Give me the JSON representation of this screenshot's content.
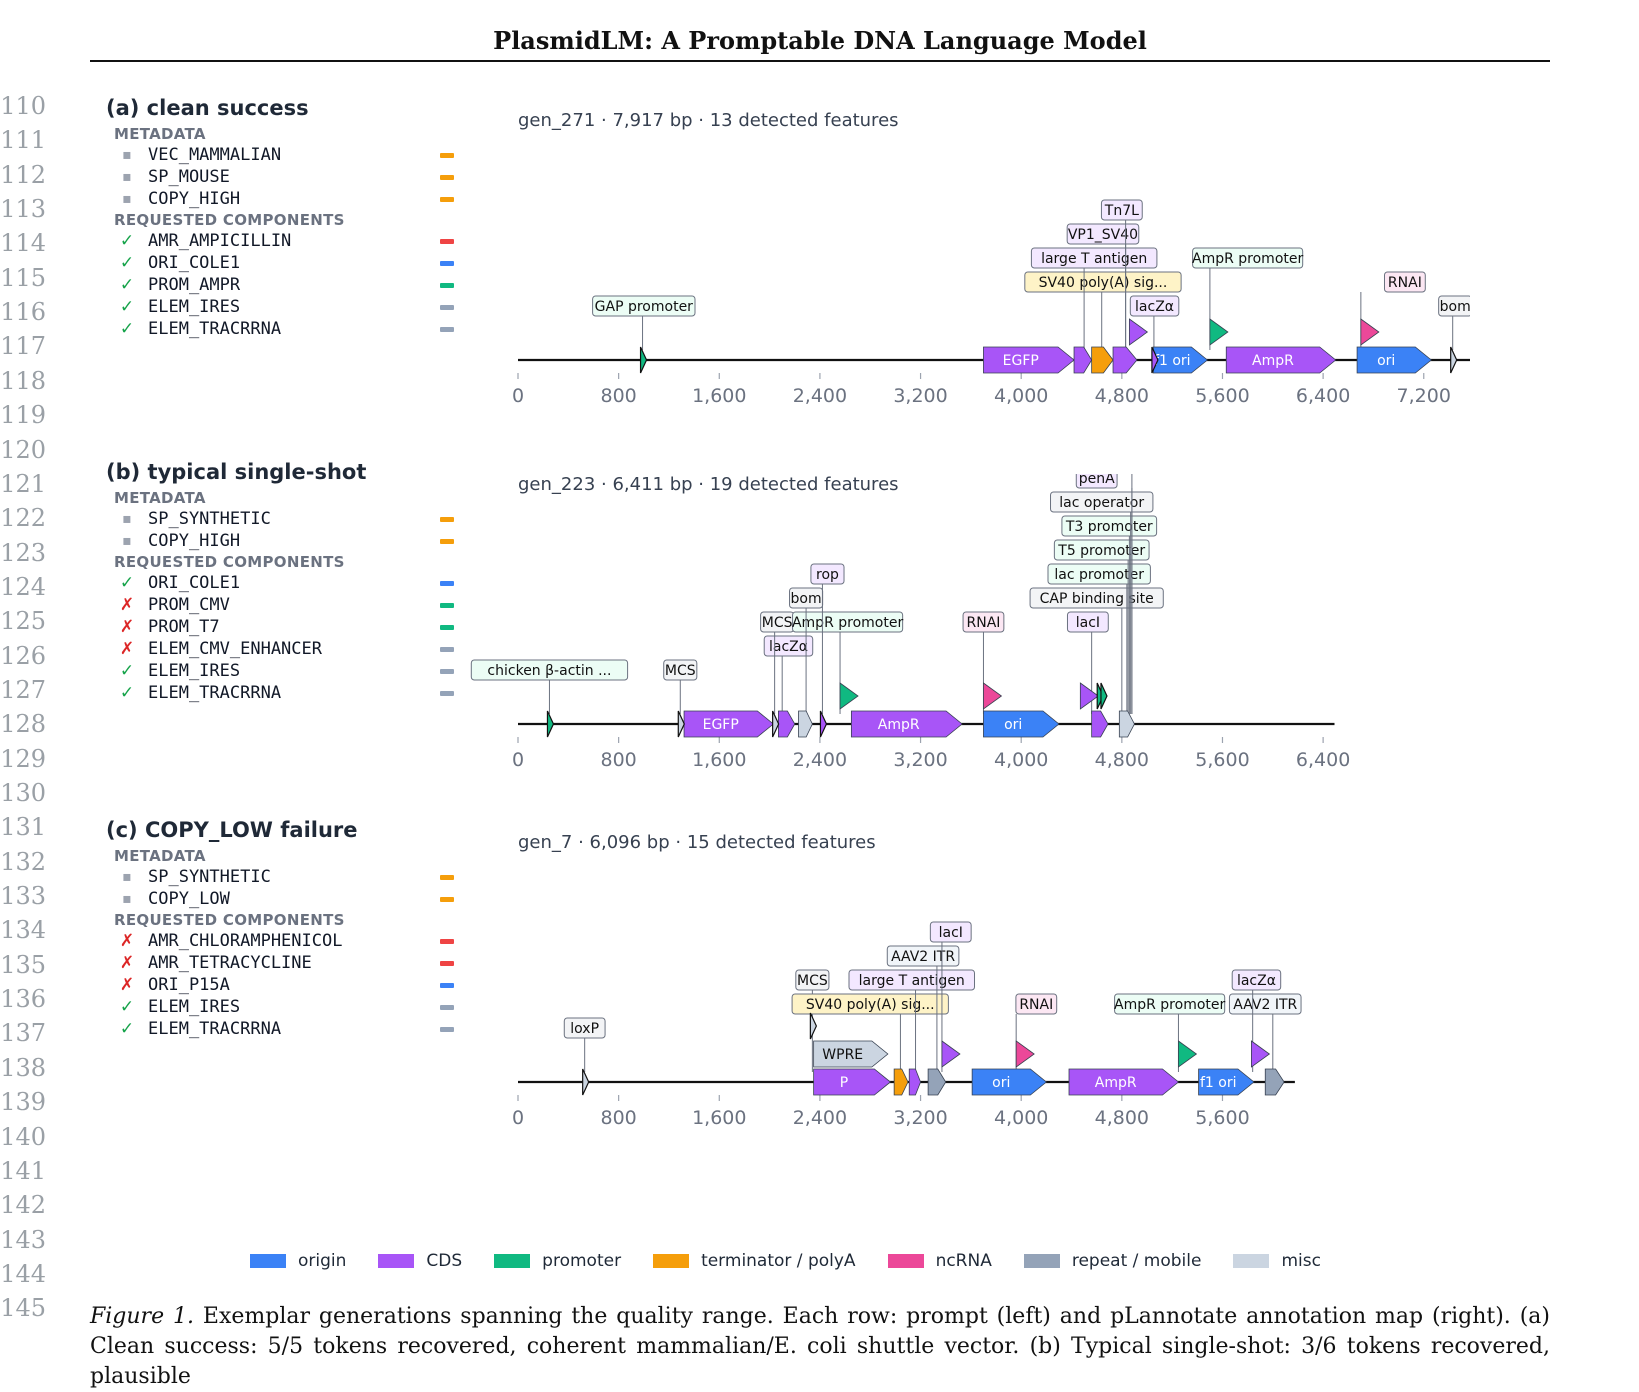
{
  "header": {
    "title": "PlasmidLM: A Promptable DNA Language Model"
  },
  "line_numbers": [
    "110",
    "111",
    "112",
    "113",
    "114",
    "115",
    "116",
    "117",
    "118",
    "119",
    "120",
    "121",
    "122",
    "123",
    "124",
    "125",
    "126",
    "127",
    "128",
    "129",
    "130",
    "131",
    "132",
    "133",
    "134",
    "135",
    "136",
    "137",
    "138",
    "139",
    "140",
    "141",
    "142",
    "143",
    "144",
    "145"
  ],
  "sections": {
    "metadata": "METADATA",
    "requested": "REQUESTED COMPONENTS"
  },
  "colors": {
    "origin": "#3b82f6",
    "CDS": "#a855f7",
    "promoter": "#10b981",
    "terminator": "#f59e0b",
    "ncRNA": "#ec4899",
    "repeat": "#94a3b8",
    "misc": "#cbd5e1"
  },
  "panels": [
    {
      "title": "(a) clean success",
      "gen_id": "gen_271",
      "length": "7,917 bp",
      "features": "13 detected features",
      "metadata": [
        "VEC_MAMMALIAN",
        "SP_MOUSE",
        "COPY_HIGH"
      ],
      "components": [
        {
          "status": "ok",
          "name": "AMR_AMPICILLIN",
          "cat": "red"
        },
        {
          "status": "ok",
          "name": "ORI_COLE1",
          "cat": "blue"
        },
        {
          "status": "ok",
          "name": "PROM_AMPR",
          "cat": "green"
        },
        {
          "status": "ok",
          "name": "ELEM_IRES",
          "cat": "gray"
        },
        {
          "status": "ok",
          "name": "ELEM_TRACRRNA",
          "cat": "gray"
        }
      ],
      "axis_ticks": [
        "0",
        "800",
        "1,600",
        "2,400",
        "3,200",
        "4,000",
        "4,800",
        "5,600",
        "6,400",
        "7,200"
      ],
      "tick_step": 800,
      "max_bp": 7917,
      "blocks": [
        {
          "label": "EGFP",
          "start": 3700,
          "end": 4420,
          "type": "CDS"
        },
        {
          "label": "",
          "start": 4420,
          "end": 4560,
          "type": "CDS"
        },
        {
          "label": "",
          "start": 4560,
          "end": 4730,
          "type": "terminator"
        },
        {
          "label": "",
          "start": 4730,
          "end": 4920,
          "type": "CDS"
        },
        {
          "label": "f1 ori",
          "start": 5050,
          "end": 5480,
          "type": "origin"
        },
        {
          "label": "AmpR",
          "start": 5630,
          "end": 6500,
          "type": "CDS"
        },
        {
          "label": "ori",
          "start": 6670,
          "end": 7260,
          "type": "origin"
        },
        {
          "label": "",
          "start": 7930,
          "end": 8020,
          "type": "misc"
        }
      ],
      "markers": [
        {
          "pos": 990,
          "type": "promoter",
          "shape": "thin"
        },
        {
          "pos": 4860,
          "type": "CDS",
          "shape": "tri",
          "level": 1
        },
        {
          "pos": 5055,
          "type": "CDS",
          "shape": "thin"
        },
        {
          "pos": 5500,
          "type": "promoter",
          "shape": "tri",
          "level": 1
        },
        {
          "pos": 6700,
          "type": "ncRNA",
          "shape": "tri",
          "level": 1
        },
        {
          "pos": 7430,
          "type": "misc",
          "shape": "thin"
        }
      ],
      "labels": [
        {
          "text": "GAP promoter",
          "pos": 1000,
          "row": 1,
          "type": "promoter",
          "leader": 990
        },
        {
          "text": "lacZα",
          "pos": 5060,
          "row": 1,
          "type": "CDS",
          "leader": 5055
        },
        {
          "text": "bom",
          "pos": 7450,
          "row": 1,
          "type": "misc",
          "leader": 7430
        },
        {
          "text": "RNAI",
          "pos": 7050,
          "row": 2,
          "type": "ncRNA",
          "leader": 6700
        },
        {
          "text": "SV40 poly(A) sig...",
          "pos": 4650,
          "row": 2,
          "type": "terminator",
          "leader": 4640
        },
        {
          "text": "large T antigen",
          "pos": 4580,
          "row": 3,
          "type": "CDS",
          "leader": 4500
        },
        {
          "text": "AmpR promoter",
          "pos": 5800,
          "row": 3,
          "type": "promoter",
          "leader": 5500
        },
        {
          "text": "VP1_SV40",
          "pos": 4650,
          "row": 4,
          "type": "CDS",
          "leader": 4830
        },
        {
          "text": "Tn7L",
          "pos": 4800,
          "row": 5,
          "type": "CDS",
          "leader": 4830
        }
      ]
    },
    {
      "title": "(b) typical single-shot",
      "gen_id": "gen_223",
      "length": "6,411 bp",
      "features": "19 detected features",
      "metadata": [
        "SP_SYNTHETIC",
        "COPY_HIGH"
      ],
      "components": [
        {
          "status": "ok",
          "name": "ORI_COLE1",
          "cat": "blue"
        },
        {
          "status": "bad",
          "name": "PROM_CMV",
          "cat": "green"
        },
        {
          "status": "bad",
          "name": "PROM_T7",
          "cat": "green"
        },
        {
          "status": "bad",
          "name": "ELEM_CMV_ENHANCER",
          "cat": "gray"
        },
        {
          "status": "ok",
          "name": "ELEM_IRES",
          "cat": "gray"
        },
        {
          "status": "ok",
          "name": "ELEM_TRACRRNA",
          "cat": "gray"
        }
      ],
      "axis_ticks": [
        "0",
        "800",
        "1,600",
        "2,400",
        "3,200",
        "4,000",
        "4,800",
        "5,600",
        "6,400"
      ],
      "tick_step": 800,
      "max_bp": 6411,
      "blocks": [
        {
          "label": "EGFP",
          "start": 1320,
          "end": 2030,
          "type": "CDS"
        },
        {
          "label": "",
          "start": 2070,
          "end": 2200,
          "type": "CDS"
        },
        {
          "label": "",
          "start": 2230,
          "end": 2340,
          "type": "misc"
        },
        {
          "label": "AmpR",
          "start": 2650,
          "end": 3530,
          "type": "CDS"
        },
        {
          "label": "ori",
          "start": 3700,
          "end": 4300,
          "type": "origin"
        },
        {
          "label": "",
          "start": 4560,
          "end": 4690,
          "type": "CDS"
        },
        {
          "label": "",
          "start": 4780,
          "end": 4900,
          "type": "misc"
        }
      ],
      "markers": [
        {
          "pos": 250,
          "type": "promoter",
          "shape": "thin"
        },
        {
          "pos": 1290,
          "type": "misc",
          "shape": "thin"
        },
        {
          "pos": 2040,
          "type": "misc",
          "shape": "thin"
        },
        {
          "pos": 2420,
          "type": "CDS",
          "shape": "thin"
        },
        {
          "pos": 2560,
          "type": "promoter",
          "shape": "tri",
          "level": 1
        },
        {
          "pos": 3700,
          "type": "ncRNA",
          "shape": "tri",
          "level": 1
        },
        {
          "pos": 4470,
          "type": "CDS",
          "shape": "tri",
          "level": 1
        },
        {
          "pos": 4620,
          "type": "promoter",
          "shape": "thin",
          "level": 1
        },
        {
          "pos": 4650,
          "type": "promoter",
          "shape": "thin",
          "level": 1
        }
      ],
      "labels": [
        {
          "text": "chicken β-actin ...",
          "pos": 250,
          "row": 1,
          "type": "promoter",
          "leader": 250
        },
        {
          "text": "MCS",
          "pos": 1290,
          "row": 1,
          "type": "misc",
          "leader": 1290
        },
        {
          "text": "lacZα",
          "pos": 2150,
          "row": 2,
          "type": "CDS",
          "leader": 2100
        },
        {
          "text": "MCS",
          "pos": 2060,
          "row": 3,
          "type": "misc",
          "leader": 2040
        },
        {
          "text": "AmpR promoter",
          "pos": 2620,
          "row": 3,
          "type": "promoter",
          "leader": 2560
        },
        {
          "text": "RNAI",
          "pos": 3700,
          "row": 3,
          "type": "ncRNA",
          "leader": 3700
        },
        {
          "text": "lacI",
          "pos": 4530,
          "row": 3,
          "type": "CDS",
          "leader": 4560
        },
        {
          "text": "bom",
          "pos": 2290,
          "row": 4,
          "type": "misc",
          "leader": 2290
        },
        {
          "text": "CAP binding site",
          "pos": 4600,
          "row": 4,
          "type": "misc",
          "leader": 4800
        },
        {
          "text": "rop",
          "pos": 2460,
          "row": 5,
          "type": "CDS",
          "leader": 2420
        },
        {
          "text": "lac promoter",
          "pos": 4620,
          "row": 5,
          "type": "promoter",
          "leader": 4840
        },
        {
          "text": "T5 promoter",
          "pos": 4640,
          "row": 6,
          "type": "promoter",
          "leader": 4850
        },
        {
          "text": "T3 promoter",
          "pos": 4700,
          "row": 7,
          "type": "promoter",
          "leader": 4860
        },
        {
          "text": "lac operator",
          "pos": 4640,
          "row": 8,
          "type": "misc",
          "leader": 4870
        },
        {
          "text": "penA",
          "pos": 4600,
          "row": 9,
          "type": "CDS",
          "leader": 4880
        },
        {
          "text": "MCS",
          "pos": 4790,
          "row": 10,
          "type": "misc",
          "leader": 4880
        }
      ]
    },
    {
      "title": "(c) COPY_LOW failure",
      "gen_id": "gen_7",
      "length": "6,096 bp",
      "features": "15 detected features",
      "metadata": [
        "SP_SYNTHETIC",
        "COPY_LOW"
      ],
      "components": [
        {
          "status": "bad",
          "name": "AMR_CHLORAMPHENICOL",
          "cat": "red"
        },
        {
          "status": "bad",
          "name": "AMR_TETRACYCLINE",
          "cat": "red"
        },
        {
          "status": "bad",
          "name": "ORI_P15A",
          "cat": "blue"
        },
        {
          "status": "ok",
          "name": "ELEM_IRES",
          "cat": "gray"
        },
        {
          "status": "ok",
          "name": "ELEM_TRACRRNA",
          "cat": "gray"
        }
      ],
      "axis_ticks": [
        "0",
        "800",
        "1,600",
        "2,400",
        "3,200",
        "4,000",
        "4,800",
        "5,600"
      ],
      "tick_step": 800,
      "max_bp": 6096,
      "blocks": [
        {
          "label": "P",
          "start": 2350,
          "end": 2960,
          "type": "CDS"
        },
        {
          "label": "WPRE",
          "start": 2350,
          "end": 2940,
          "type": "misc",
          "level": 1
        },
        {
          "label": "",
          "start": 2990,
          "end": 3100,
          "type": "terminator"
        },
        {
          "label": "",
          "start": 3110,
          "end": 3200,
          "type": "CDS"
        },
        {
          "label": "",
          "start": 3260,
          "end": 3400,
          "type": "repeat"
        },
        {
          "label": "ori",
          "start": 3610,
          "end": 4200,
          "type": "origin"
        },
        {
          "label": "AmpR",
          "start": 4380,
          "end": 5250,
          "type": "CDS"
        },
        {
          "label": "f1 ori",
          "start": 5410,
          "end": 5850,
          "type": "origin"
        },
        {
          "label": "",
          "start": 5940,
          "end": 6090,
          "type": "repeat"
        }
      ],
      "markers": [
        {
          "pos": 530,
          "type": "misc",
          "shape": "thin"
        },
        {
          "pos": 2340,
          "type": "misc",
          "shape": "thin",
          "level": 2
        },
        {
          "pos": 3370,
          "type": "CDS",
          "shape": "tri",
          "level": 1
        },
        {
          "pos": 3960,
          "type": "ncRNA",
          "shape": "tri",
          "level": 1
        },
        {
          "pos": 5250,
          "type": "promoter",
          "shape": "tri",
          "level": 1
        },
        {
          "pos": 5830,
          "type": "CDS",
          "shape": "tri",
          "level": 1
        }
      ],
      "labels": [
        {
          "text": "loxP",
          "pos": 530,
          "row": 1,
          "type": "misc",
          "leader": 530
        },
        {
          "text": "MCS",
          "pos": 2340,
          "row": 3,
          "type": "misc",
          "leader": 2340
        },
        {
          "text": "SV40 poly(A) sig...",
          "pos": 2800,
          "row": 2,
          "type": "terminator",
          "leader": 3040
        },
        {
          "text": "RNAI",
          "pos": 4120,
          "row": 2,
          "type": "ncRNA",
          "leader": 3960
        },
        {
          "text": "AmpR promoter",
          "pos": 5180,
          "row": 2,
          "type": "promoter",
          "leader": 5250
        },
        {
          "text": "AAV2 ITR",
          "pos": 5940,
          "row": 2,
          "type": "repeat",
          "leader": 6000
        },
        {
          "text": "large T antigen",
          "pos": 3130,
          "row": 3,
          "type": "CDS",
          "leader": 3160
        },
        {
          "text": "lacZα",
          "pos": 5870,
          "row": 3,
          "type": "CDS",
          "leader": 5840
        },
        {
          "text": "AAV2 ITR",
          "pos": 3220,
          "row": 4,
          "type": "repeat",
          "leader": 3330
        },
        {
          "text": "lacI",
          "pos": 3440,
          "row": 5,
          "type": "CDS",
          "leader": 3370
        }
      ]
    }
  ],
  "legend": [
    {
      "label": "origin",
      "color": "#3b82f6"
    },
    {
      "label": "CDS",
      "color": "#a855f7"
    },
    {
      "label": "promoter",
      "color": "#10b981"
    },
    {
      "label": "terminator / polyA",
      "color": "#f59e0b"
    },
    {
      "label": "ncRNA",
      "color": "#ec4899"
    },
    {
      "label": "repeat / mobile",
      "color": "#94a3b8"
    },
    {
      "label": "misc",
      "color": "#cbd5e1"
    }
  ],
  "caption": {
    "fig_label": "Figure 1.",
    "text": "Exemplar generations spanning the quality range. Each row: prompt (left) and pLannotate annotation map (right). (a) Clean success: 5/5 tokens recovered, coherent mammalian/E. coli shuttle vector. (b) Typical single-shot: 3/6 tokens recovered, plausible"
  }
}
